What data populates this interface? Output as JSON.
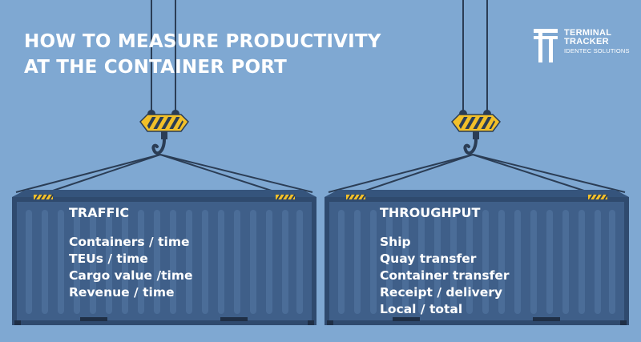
{
  "header": {
    "title_line1": "HOW TO MEASURE PRODUCTIVITY",
    "title_line2": "AT THE CONTAINER PORT"
  },
  "logo": {
    "line1": "TERMINAL",
    "line2": "TRACKER",
    "line3": "IDENTEC SOLUTIONS",
    "icon": "tt-logo-icon"
  },
  "traffic": {
    "heading": "TRAFFIC",
    "items": [
      "Containers / time",
      "TEUs / time",
      "Cargo value /time",
      "Revenue / time"
    ]
  },
  "throughput": {
    "heading": "THROUGHPUT",
    "items": [
      "Ship",
      "Quay transfer",
      "Container transfer",
      "Receipt / delivery",
      "Local / total"
    ]
  },
  "colors": {
    "background": "#7fa8d2",
    "container": "#3f5f89",
    "container_dark": "#2f4a6e",
    "hook_yellow": "#f2c029",
    "text": "#ffffff"
  }
}
